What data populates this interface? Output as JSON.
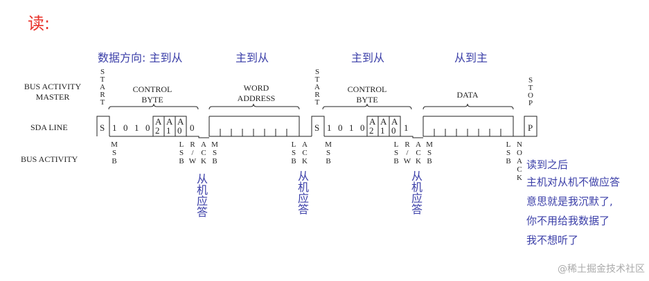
{
  "title": "读:",
  "directions": {
    "d1": "数据方向: 主到从",
    "d2": "主到从",
    "d3": "主到从",
    "d4": "从到主"
  },
  "row_labels": {
    "master": "BUS ACTIVITY MASTER",
    "sda": "SDA LINE",
    "slave": "BUS ACTIVITY"
  },
  "groups": {
    "control_byte_1": "CONTROL BYTE",
    "word_address": "WORD ADDRESS",
    "control_byte_2": "CONTROL BYTE",
    "data": "DATA"
  },
  "markers": {
    "start": "START",
    "stop": "STOP",
    "msb": "MSB",
    "lsb": "LSB",
    "rw": "R/W",
    "ack": "ACK",
    "noack": "NOACK"
  },
  "sda_bits_1": [
    "S",
    "1",
    "0",
    "1",
    "0",
    "A2",
    "A1",
    "A0",
    "0"
  ],
  "sda_bits_2": [
    "S",
    "1",
    "0",
    "1",
    "0",
    "A2",
    "A1",
    "A0",
    "1"
  ],
  "stop_bit": "P",
  "slave_ack_note": "从机应答",
  "end_note": [
    "读到之后",
    "主机对从机不做应答",
    "意思就是我沉默了,",
    "你不用给我数据了",
    "我不想听了"
  ],
  "watermark": "@稀土掘金技术社区"
}
